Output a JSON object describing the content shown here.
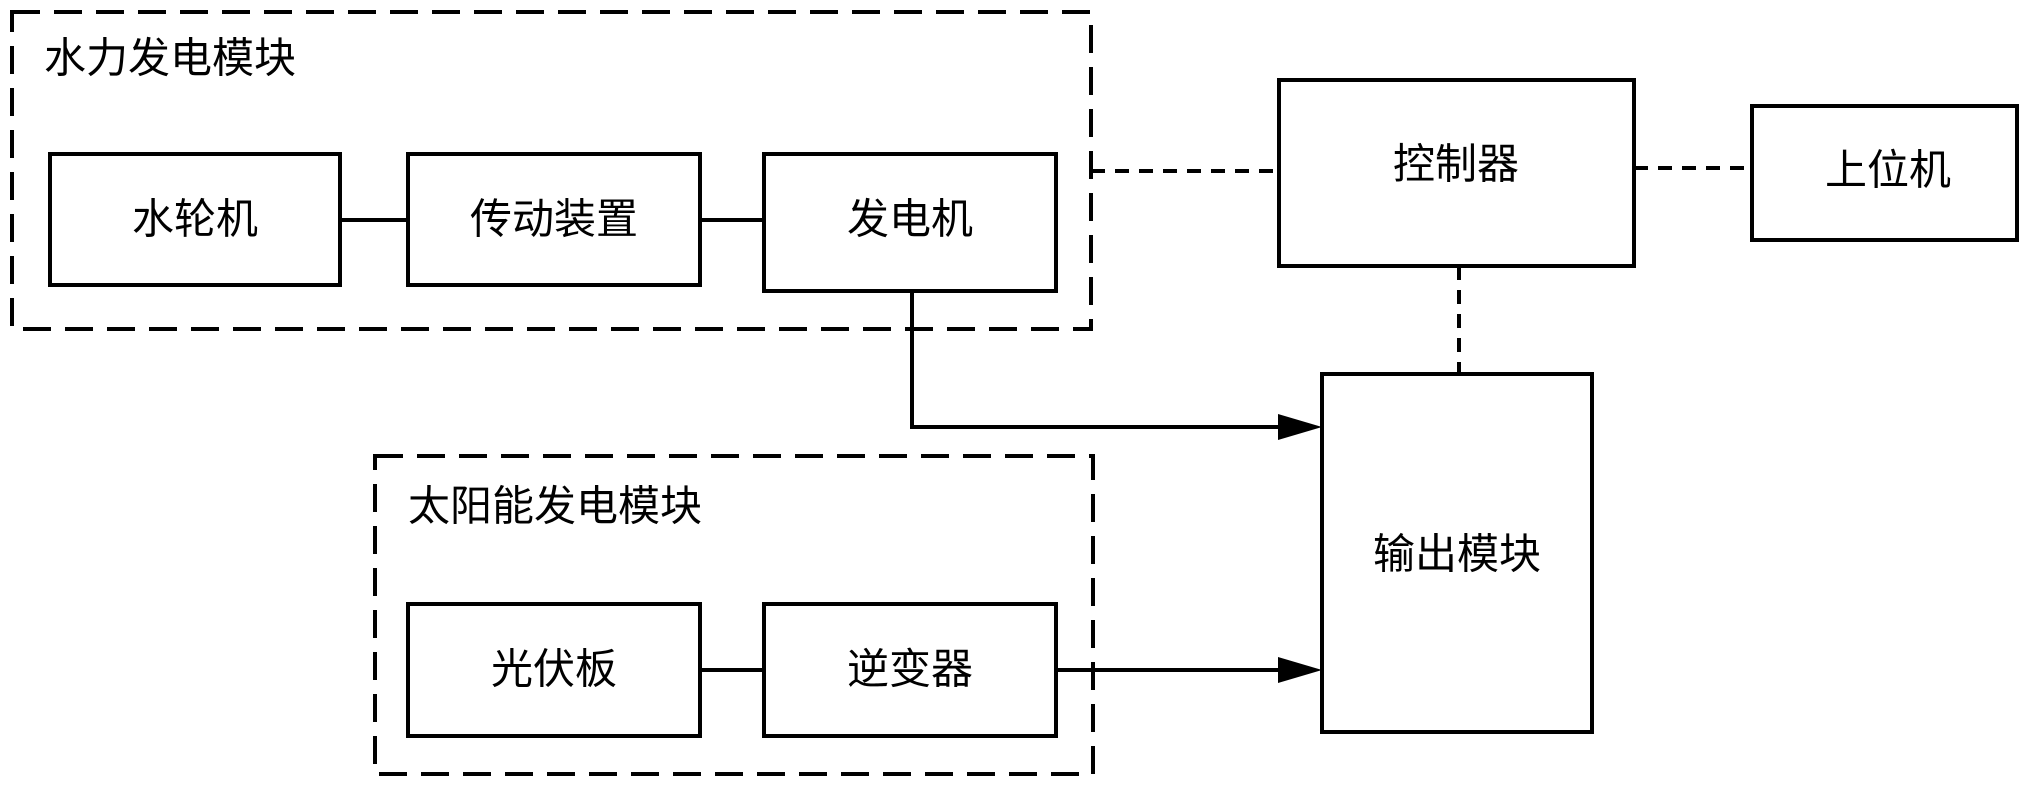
{
  "groups": {
    "hydro": {
      "label": "水力发电模块"
    },
    "solar": {
      "label": "太阳能发电模块"
    }
  },
  "blocks": {
    "turbine": "水轮机",
    "transmission": "传动装置",
    "generator": "发电机",
    "controller": "控制器",
    "host_computer": "上位机",
    "output_module": "输出模块",
    "pv_panel": "光伏板",
    "inverter": "逆变器"
  },
  "colors": {
    "stroke": "#000000",
    "background": "#ffffff"
  }
}
